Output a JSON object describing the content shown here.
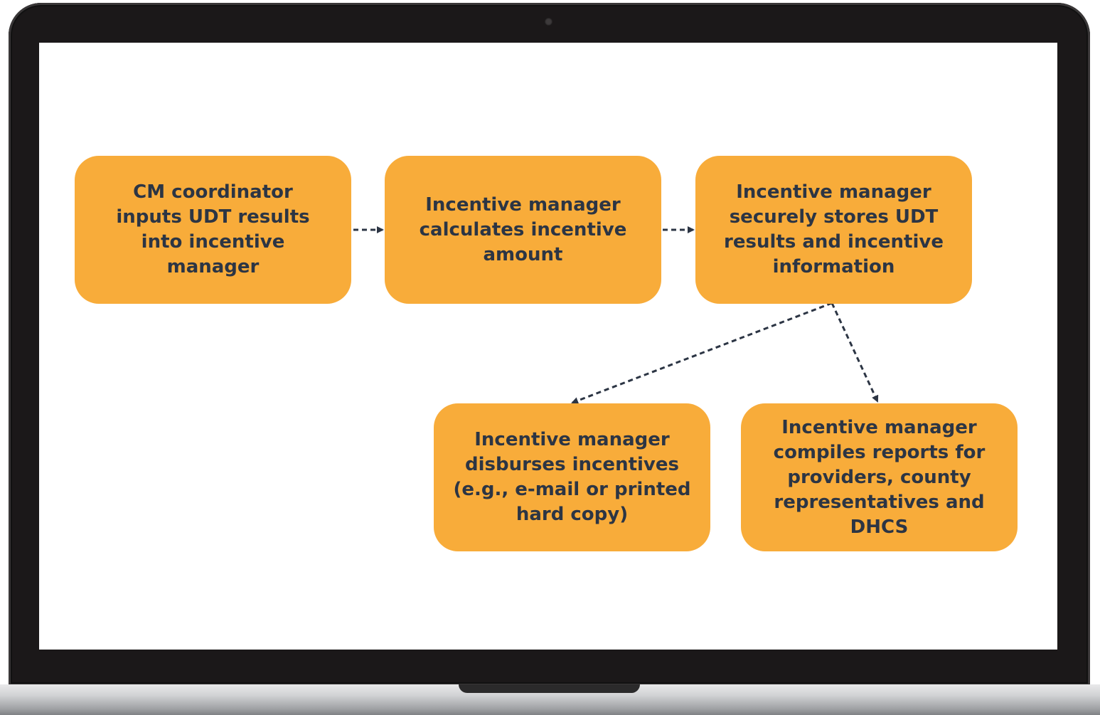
{
  "diagram": {
    "nodes": [
      {
        "id": "n1",
        "label": "CM coordinator inputs UDT results into incentive manager"
      },
      {
        "id": "n2",
        "label": "Incentive manager calculates incentive amount"
      },
      {
        "id": "n3",
        "label": "Incentive manager securely stores UDT results and incentive information"
      },
      {
        "id": "n4",
        "label": "Incentive manager disburses incentives (e.g., e-mail or printed hard copy)"
      },
      {
        "id": "n5",
        "label": "Incentive manager compiles reports for providers, county representatives and DHCS"
      }
    ],
    "edges": [
      {
        "from": "n1",
        "to": "n2",
        "style": "dashed"
      },
      {
        "from": "n2",
        "to": "n3",
        "style": "dashed"
      },
      {
        "from": "n3",
        "to": "n4",
        "style": "dashed"
      },
      {
        "from": "n3",
        "to": "n5",
        "style": "dashed"
      }
    ],
    "colors": {
      "box_fill": "#f8ac3a",
      "text": "#2c3544",
      "arrow": "#2c3544"
    }
  }
}
